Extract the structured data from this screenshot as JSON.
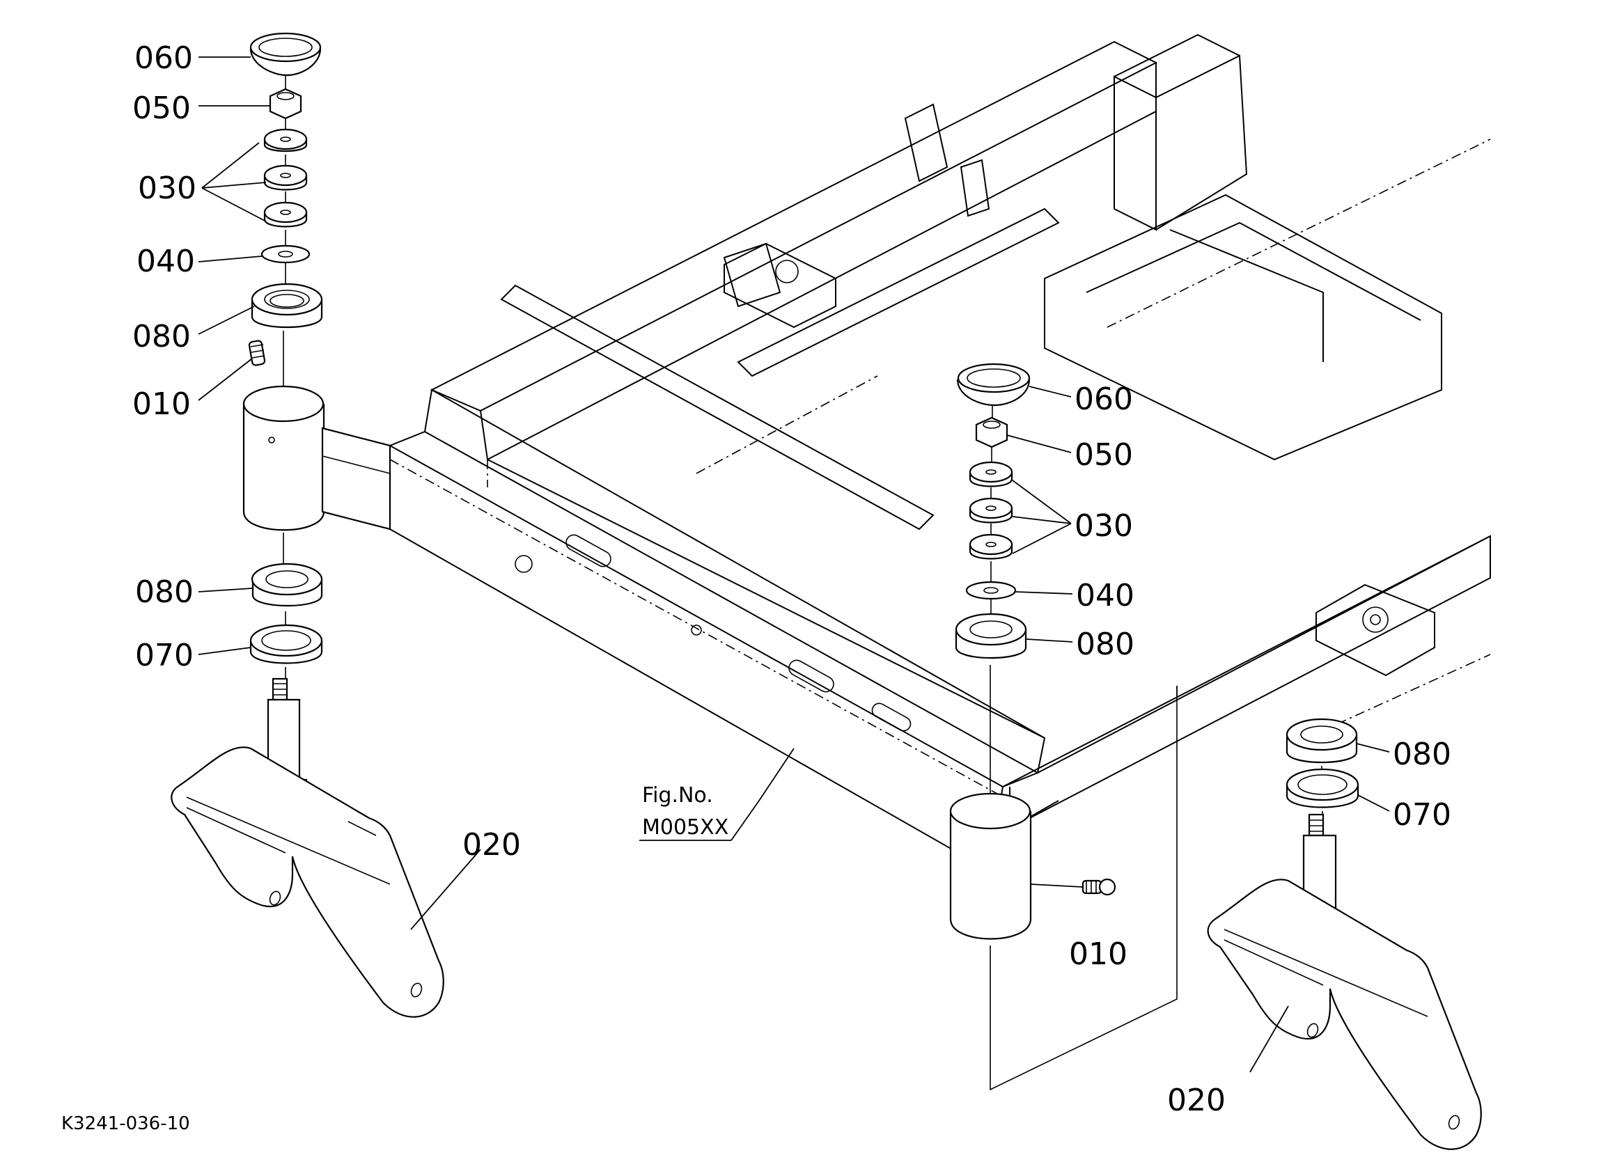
{
  "labels": {
    "left_060": "060",
    "left_050": "050",
    "left_030": "030",
    "left_040": "040",
    "left_080_top": "080",
    "left_010": "010",
    "left_080_bottom": "080",
    "left_070": "070",
    "left_020": "020",
    "center_060": "060",
    "center_050": "050",
    "center_030": "030",
    "center_040": "040",
    "center_080": "080",
    "center_010": "010",
    "right_080": "080",
    "right_070": "070",
    "right_020": "020"
  },
  "figure_reference": {
    "line1": "Fig.No.",
    "line2": "M005XX"
  },
  "drawing_code": "K3241-036-10"
}
